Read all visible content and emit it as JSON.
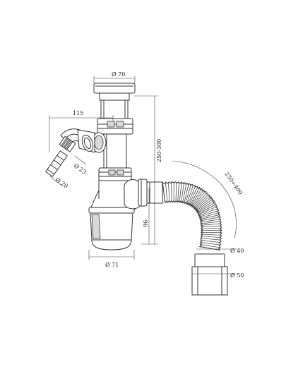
{
  "dimensions": {
    "top_diameter": "Ø 70",
    "side_offset": "115",
    "inlet_diameter_1": "Ø 23",
    "inlet_diameter_2": "Ø 20",
    "height_range": "250-300",
    "hose_length": "230÷400",
    "lower_height": "96",
    "body_diameter": "Ø 71",
    "hose_diameter": "Ø 40",
    "outlet_diameter": "Ø 50"
  }
}
